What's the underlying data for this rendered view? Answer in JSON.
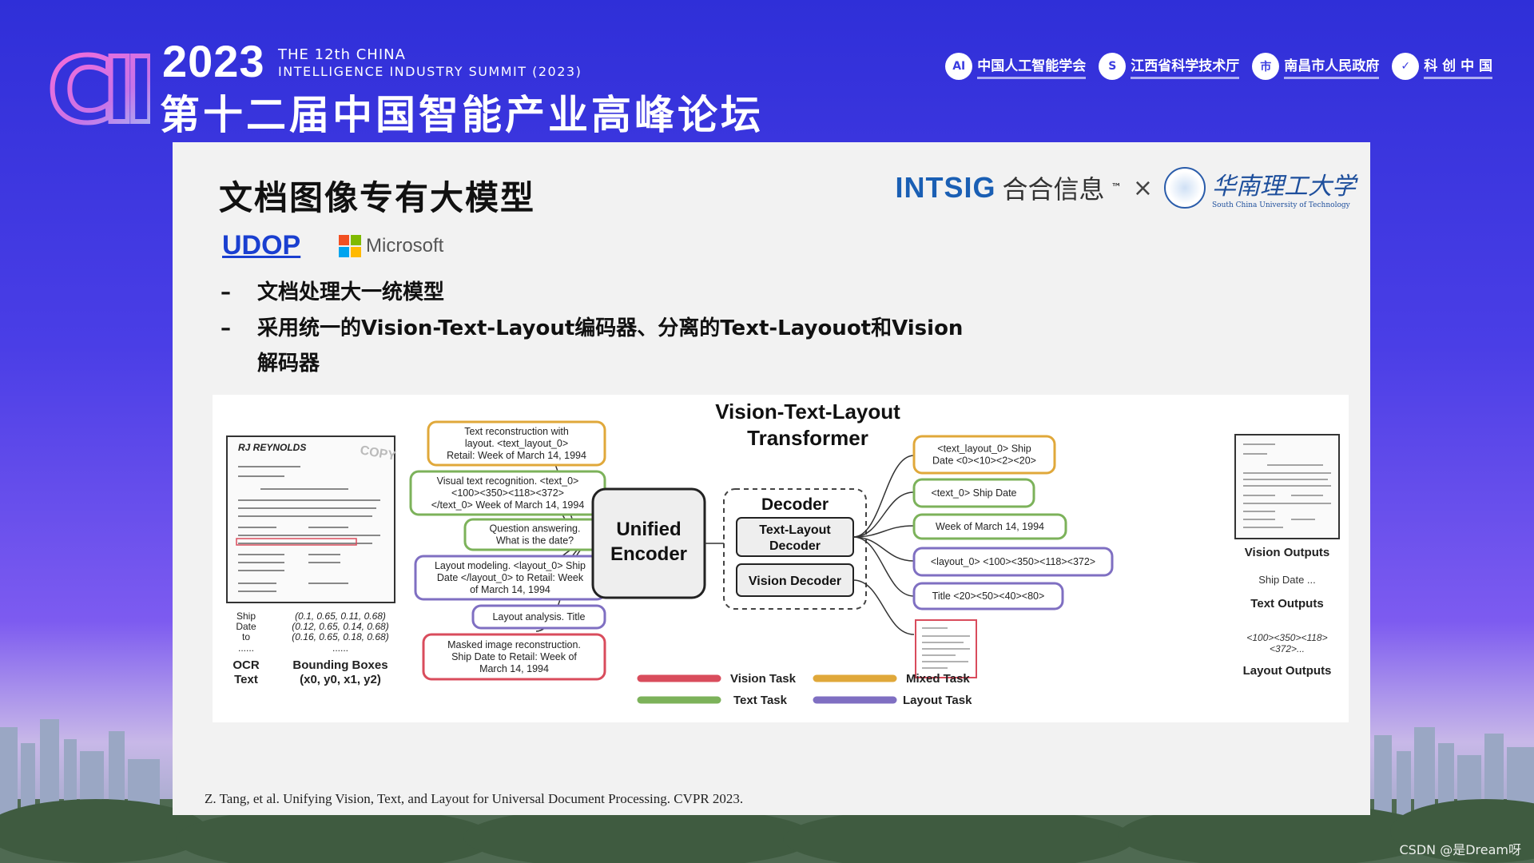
{
  "banner": {
    "logo_letters": "CIIS",
    "year": "2023",
    "en_line1": "THE 12th CHINA",
    "en_line2": "INTELLIGENCE INDUSTRY SUMMIT (2023)",
    "cn_title": "第十二届中国智能产业高峰论坛",
    "sponsors": [
      {
        "mark": "AI",
        "name": "中国人工智能学会"
      },
      {
        "mark": "S",
        "name": "江西省科学技术厅"
      },
      {
        "mark": "市",
        "name": "南昌市人民政府"
      },
      {
        "mark": "✓",
        "name": "科 创 中 国"
      }
    ]
  },
  "slide": {
    "title": "文档图像专有大模型",
    "intsig": {
      "word": "INTSIG",
      "cn": "合合信息",
      "tm": "™",
      "times": "×"
    },
    "university": {
      "cn": "华南理工大学",
      "en": "South China University of Technology"
    },
    "udop_link": "UDOP",
    "microsoft": "Microsoft",
    "bullets": [
      "文档处理大一统模型",
      "采用统一的Vision-Text-Layout编码器、分离的Text-Layouot和Vision"
    ],
    "bullet2_cont": "解码器",
    "citation": "Z. Tang, et al. Unifying Vision, Text, and Layout for Universal Document Processing. CVPR 2023."
  },
  "diagram": {
    "title_line1": "Vision-Text-Layout",
    "title_line2": "Transformer",
    "doc_header": "RJ REYNOLDS",
    "doc_stamp": "COPY",
    "ocr_words": [
      "Ship",
      "Date",
      "to"
    ],
    "bbox_values": [
      "(0.1, 0.65, 0.11, 0.68)",
      "(0.12, 0.65, 0.14, 0.68)",
      "(0.16, 0.65, 0.18, 0.68)"
    ],
    "ellipsis": "......",
    "ocr_label": [
      "OCR",
      "Text"
    ],
    "bbox_label": [
      "Bounding Boxes",
      "(x0, y0, x1, y2)"
    ],
    "tasks": [
      {
        "lines": [
          "Text reconstruction with",
          "layout. <text_layout_0>",
          "Retail: Week of March 14, 1994"
        ],
        "color": "#e0a83a"
      },
      {
        "lines": [
          "Visual text recognition. <text_0>",
          "<100><350><118><372>",
          "</text_0> Week of March 14, 1994"
        ],
        "color": "#7cb25a"
      },
      {
        "lines": [
          "Question answering.",
          "What is the date?"
        ],
        "color": "#7cb25a"
      },
      {
        "lines": [
          "Layout modeling. <layout_0> Ship",
          "Date </layout_0> to Retail: Week",
          "of March 14, 1994"
        ],
        "color": "#7f6fc2"
      },
      {
        "lines": [
          "Layout analysis. Title"
        ],
        "color": "#7f6fc2"
      },
      {
        "lines": [
          "Masked image reconstruction.",
          "Ship Date to Retail: Week of",
          "March 14, 1994"
        ],
        "color": "#d94c5c"
      }
    ],
    "encoder": [
      "Unified",
      "Encoder"
    ],
    "decoder_title": "Decoder",
    "text_layout_decoder": [
      "Text-Layout",
      "Decoder"
    ],
    "vision_decoder": "Vision Decoder",
    "outputs": [
      {
        "lines": [
          "<text_layout_0> Ship",
          "Date <0><10><2><20>"
        ],
        "color": "#e0a83a"
      },
      {
        "lines": [
          "<text_0> Ship Date"
        ],
        "color": "#7cb25a"
      },
      {
        "lines": [
          "Week of March 14, 1994"
        ],
        "color": "#7cb25a"
      },
      {
        "lines": [
          "<layout_0> <100><350><118><372>"
        ],
        "color": "#7f6fc2"
      },
      {
        "lines": [
          "Title <20><50><40><80>"
        ],
        "color": "#7f6fc2"
      }
    ],
    "vision_outputs": "Vision Outputs",
    "ship_date": "Ship Date ...",
    "text_outputs": "Text Outputs",
    "layout_output_values": [
      "<100><350><118>",
      "<372>..."
    ],
    "layout_outputs": "Layout Outputs",
    "legend": [
      {
        "label": "Vision Task",
        "color": "#d94c5c"
      },
      {
        "label": "Mixed Task",
        "color": "#e0a83a"
      },
      {
        "label": "Text Task",
        "color": "#7cb25a"
      },
      {
        "label": "Layout Task",
        "color": "#7f6fc2"
      }
    ]
  },
  "watermark": "CSDN @是Dream呀"
}
